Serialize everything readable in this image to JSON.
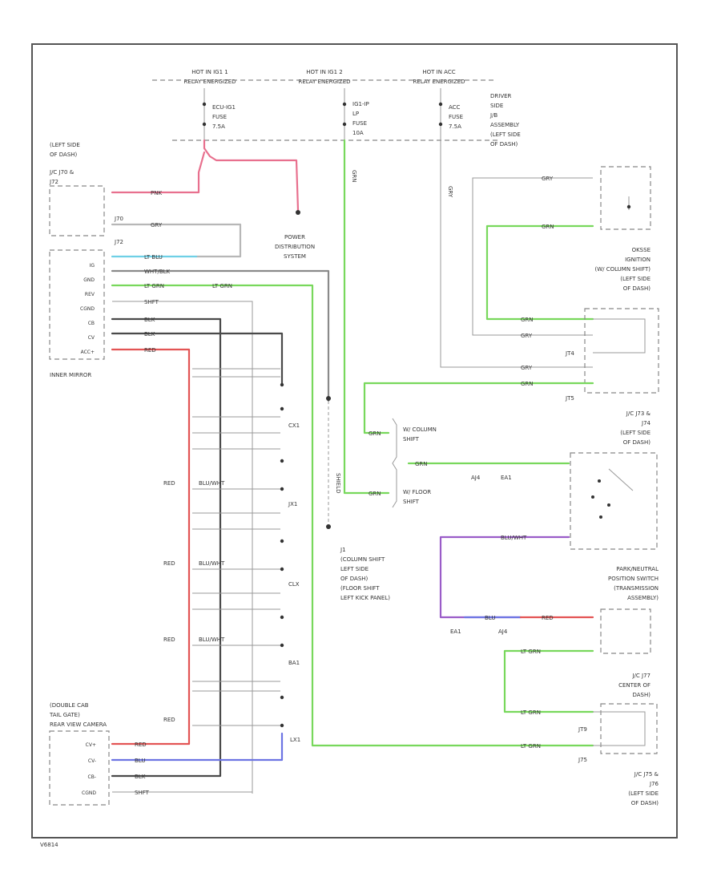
{
  "header": {
    "hot1": "HOT IN IG1 1",
    "hot1_sub": "RELAY ENERGIZED",
    "hot2": "HOT IN IG1 2",
    "hot2_sub": "RELAY ENERGIZED",
    "hot3": "HOT IN ACC",
    "hot3_sub": "RELAY ENERGIZED",
    "driver_side_jb": [
      "DRIVER",
      "SIDE",
      "J/B",
      "ASSEMBLY",
      "(LEFT SIDE",
      "OF DASH)"
    ]
  },
  "fuses": [
    {
      "name": "ECU-IG1",
      "label": "FUSE",
      "amp": "7.5A"
    },
    {
      "name": "IG1-IP",
      "label": "LP",
      "extra": "FUSE",
      "amp": "10A"
    },
    {
      "name": "ACC",
      "label": "FUSE",
      "amp": "7.5A"
    }
  ],
  "left_jc": [
    "(LEFT SIDE",
    "OF DASH)",
    "J/C J70 &",
    "J72"
  ],
  "power_distribution": [
    "POWER",
    "DISTRIBUTION",
    "SYSTEM"
  ],
  "inner_mirror": {
    "title": "INNER MIRROR",
    "pins": [
      "IG",
      "GND",
      "REV",
      "CGND",
      "CB",
      "CV",
      "ACC+"
    ]
  },
  "connectors": {
    "j70": "J70",
    "j72": "J72",
    "j73": "J73",
    "j74": "J74",
    "j75": "J75",
    "jt4": "JT4",
    "jt5": "JT5",
    "jt9": "JT9"
  },
  "wire_colors": {
    "gry": "GRY",
    "pnk": "PNK",
    "ltblu": "LT BLU",
    "wht_blk": "WHT/BLK",
    "ltgrn": "LT GRN",
    "grn": "GRN",
    "shift": "SHFT",
    "blk": "BLK",
    "red": "RED",
    "blu": "BLU",
    "blu_wht": "BLU/WHT",
    "shield": "SHIELD"
  },
  "ignition": [
    "OKSSE",
    "IGNITION",
    "(W/ COLUMN SHIFT)",
    "(LEFT SIDE",
    "OF DASH)"
  ],
  "shift_select": {
    "column": [
      "W/ COLUMN",
      "SHIFT"
    ],
    "floor": [
      "W/ FLOOR",
      "SHIFT"
    ]
  },
  "jc_j74": [
    "J/C J73 &",
    "J74",
    "(LEFT SIDE",
    "OF DASH)"
  ],
  "park_neutral": [
    "PARK/NEUTRAL",
    "POSITION SWITCH",
    "(TRANSMISSION",
    "ASSEMBLY)"
  ],
  "jc_j77": [
    "J/C J77",
    "CENTER OF",
    "DASH)"
  ],
  "jc_bottom": [
    "J/C J75 &",
    "J76",
    "(LEFT SIDE",
    "OF DASH)"
  ],
  "j1_note": [
    "J1",
    "(COLUMN SHIFT",
    "LEFT SIDE",
    "OF DASH)",
    "(FLOOR SHIFT",
    "LEFT KICK PANEL)"
  ],
  "rear_camera": {
    "title": [
      "(DOUBLE CAB",
      "TAIL GATE)",
      "REAR VIEW CAMERA"
    ],
    "pins": [
      "CV+",
      "CV-",
      "CB-",
      "CGND"
    ]
  },
  "harness_connectors": [
    "CX1",
    "JX1",
    "CLX",
    "BA1",
    "LX1"
  ],
  "connector_codes": [
    "EA1",
    "AJ4",
    "EA1",
    "AJ4"
  ],
  "footer": "V6814"
}
